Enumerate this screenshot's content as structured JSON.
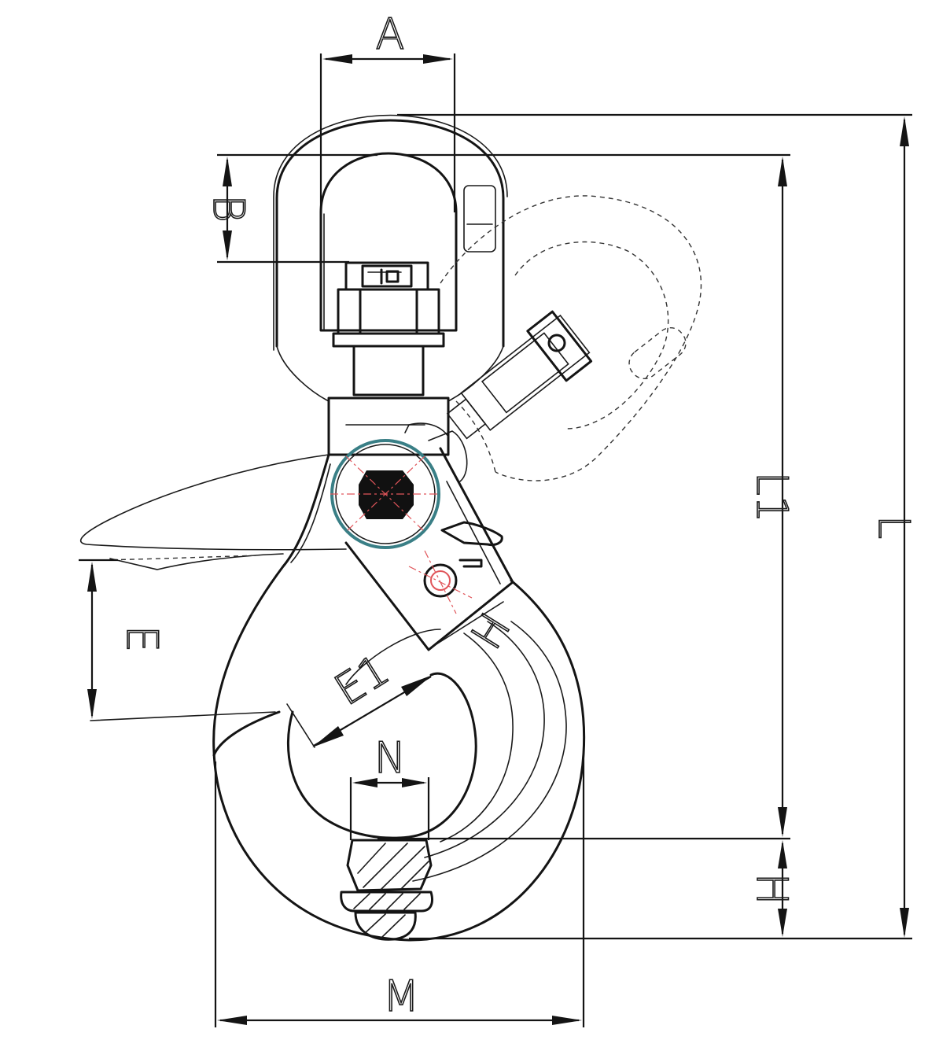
{
  "diagram": {
    "dimension_labels": {
      "a": "A",
      "b": "B",
      "l1": "L1",
      "l": "L",
      "e": "E",
      "e1": "E1",
      "n": "N",
      "h": "H",
      "m": "M",
      "latch_mark": "H"
    },
    "colors": {
      "line": "#141414",
      "centerline": "#e0555a",
      "bushing_ring": "#3a7f86"
    }
  }
}
